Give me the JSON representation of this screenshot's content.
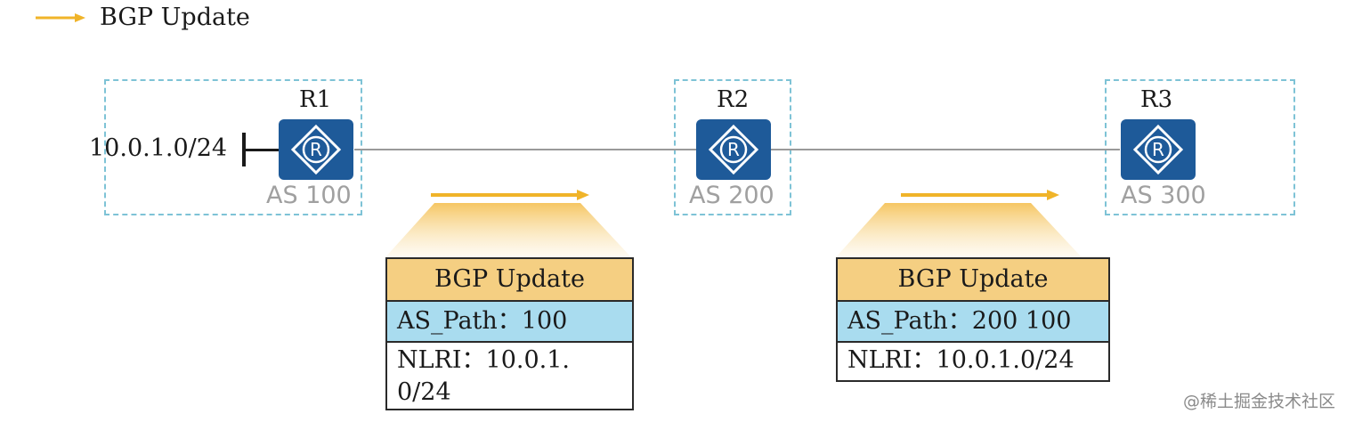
{
  "legend": {
    "label": "BGP Update",
    "arrow_color": "#f0b429"
  },
  "network": {
    "prefix": "10.0.1.0/24"
  },
  "routers": [
    {
      "name": "R1",
      "as_label": "AS 100",
      "icon_glyph": "R"
    },
    {
      "name": "R2",
      "as_label": "AS 200",
      "icon_glyph": "R"
    },
    {
      "name": "R3",
      "as_label": "AS 300",
      "icon_glyph": "R"
    }
  ],
  "updates": [
    {
      "header": "BGP Update",
      "as_path": "AS_Path：100",
      "nlri": "NLRI：10.0.1.0/24"
    },
    {
      "header": "BGP Update",
      "as_path": "AS_Path：200 100",
      "nlri": "NLRI：10.0.1.0/24"
    }
  ],
  "colors": {
    "router_fill": "#1e5a99",
    "update_header": "#f5cf82",
    "as_path_row": "#a9dcef",
    "zone_border": "#7ec3d6",
    "flow_arrow": "#f0b429"
  },
  "watermark": "@稀土掘金技术社区"
}
